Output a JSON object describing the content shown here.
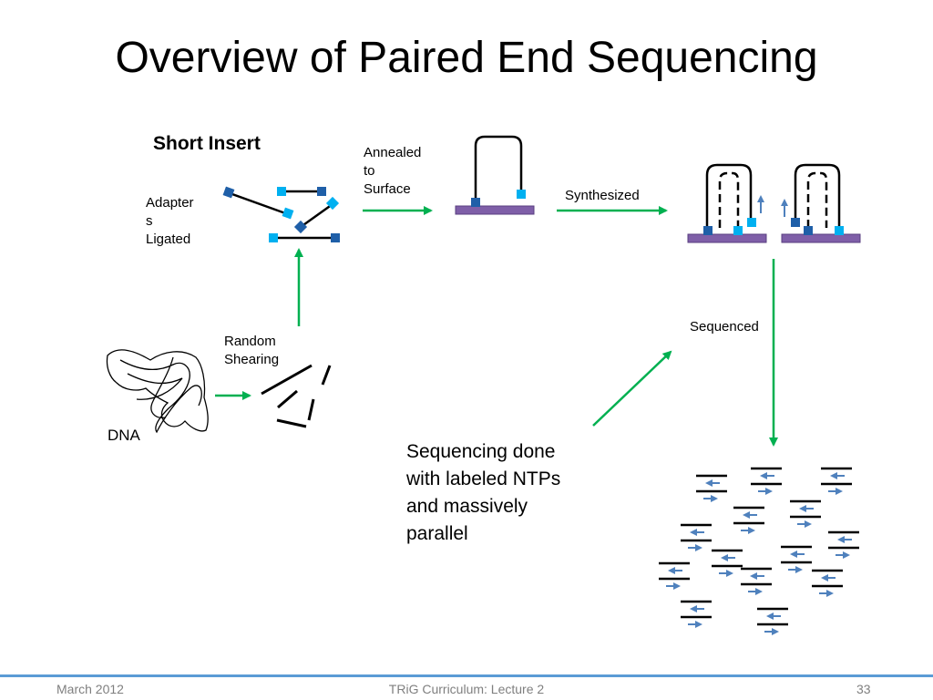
{
  "slide": {
    "title": "Overview of Paired End Sequencing",
    "section_title": "Short Insert",
    "labels": {
      "adapters_ligated": "Adapter\ns\nLigated",
      "annealed": "Annealed\nto\nSurface",
      "synthesized": "Synthesized",
      "sequenced": "Sequenced",
      "random_shearing": "Random\nShearing",
      "dna": "DNA"
    },
    "note": "Sequencing done\nwith labeled NTPs\nand massively\nparallel"
  },
  "footer": {
    "date": "March 2012",
    "center": "TRiG Curriculum: Lecture 2",
    "page": "33"
  },
  "colors": {
    "arrow": "#00b050",
    "adapter_dark": "#1f5fa8",
    "adapter_light": "#00b0f0",
    "surface": "#7f5fa8",
    "read_arrow": "#4f81bd",
    "footer_line": "#5b9bd5"
  }
}
